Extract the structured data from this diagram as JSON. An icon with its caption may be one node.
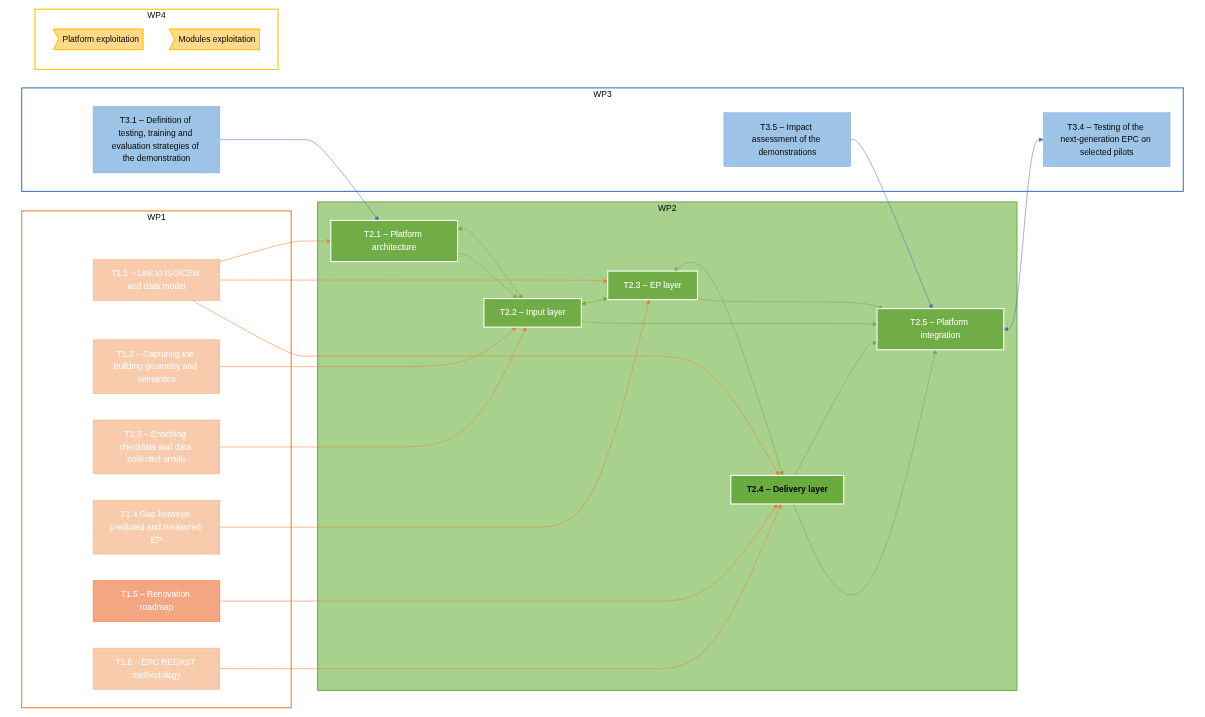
{
  "diagram": {
    "nodes": [
      {
        "text": [
          "WP1"
        ]
      },
      {
        "text": [
          "T1.1 – Link to ISO/CEN and data model"
        ],
        "in": 0
      },
      {
        "text": [
          "T1.2 – Capturing the building geometry and semantics"
        ],
        "in": 0
      },
      {
        "text": [
          "T1.3 – Enriching checklists and data collected onsite"
        ],
        "in": 0
      },
      {
        "text": [
          "T1.4 Gap between predicted and measured EP"
        ],
        "in": 0
      },
      {
        "text": [
          "T1.5 – Renovation roadmap"
        ],
        "in": 0
      },
      {
        "text": [
          "T1.6 – EPC RECAST methodology"
        ],
        "in": 0
      },
      {
        "text": [
          "WP2"
        ]
      },
      {
        "text": [
          "T2.1 – Platform architecture"
        ],
        "in": 7
      },
      {
        "text": [
          "T2.2 – Input layer"
        ],
        "in": 7
      },
      {
        "text": [
          "T2.3 – EP layer"
        ],
        "in": 7
      },
      {
        "text": [
          "T2.4 – Delivery layer"
        ],
        "in": 7
      },
      {
        "text": [
          "T2.5 – Platform integration"
        ],
        "in": 7
      },
      {
        "text": [
          "WP3"
        ]
      },
      {
        "text": [
          "T3.1 – Definition of testing, training and evaluation strategies of the demonstration"
        ],
        "in": 13
      },
      {
        "text": [
          "T3.4 – Testing of the next-generation EPC on selected pilots"
        ],
        "in": 13
      },
      {
        "text": [
          "T3.5 – Impact assessment of the demonstrations"
        ],
        "in": 13
      },
      {
        "text": [
          "WP4"
        ]
      },
      {
        "text": [
          "Platform exploitation"
        ],
        "in": 17
      },
      {
        "text": [
          "Modules exploitation"
        ],
        "in": 17
      }
    ],
    "edges": [
      {
        "from": 1,
        "to": 8,
        "arrow": "to",
        "color": "#ed7d31"
      },
      {
        "from": 1,
        "to": 10,
        "arrow": "to",
        "color": "#ed7d31"
      },
      {
        "from": 1,
        "to": 11,
        "arrow": "to",
        "color": "#ed7d31"
      },
      {
        "from": 2,
        "to": 9,
        "arrow": "to",
        "color": "#ed7d31"
      },
      {
        "from": 3,
        "to": 9,
        "arrow": "to",
        "color": "#ed7d31"
      },
      {
        "from": 4,
        "to": 10,
        "arrow": "to",
        "color": "#ed7d31"
      },
      {
        "from": 5,
        "to": 11,
        "arrow": "to",
        "color": "#ed7d31"
      },
      {
        "from": 6,
        "to": 11,
        "arrow": "to",
        "color": "#ed7d31"
      },
      {
        "from": 8,
        "to": 9,
        "arrow": "both",
        "color": "#70ad47"
      },
      {
        "from": 9,
        "to": 10,
        "arrow": "both",
        "color": "#70ad47"
      },
      {
        "from": 10,
        "to": 11,
        "arrow": "both",
        "color": "#70ad47"
      },
      {
        "from": 8,
        "to": 9,
        "arrow": "to",
        "color": "#70ad47"
      },
      {
        "from": 9,
        "to": 12,
        "arrow": "to",
        "color": "#70ad47"
      },
      {
        "from": 10,
        "to": 12,
        "arrow": "to",
        "color": "#70ad47"
      },
      {
        "from": 11,
        "to": 12,
        "arrow": "to",
        "color": "#70ad47"
      },
      {
        "from": 11,
        "to": 12,
        "arrow": "to",
        "color": "#70ad47"
      },
      {
        "from": 14,
        "to": 8,
        "arrow": "to",
        "color": "#4472c4"
      },
      {
        "from": 12,
        "to": 15,
        "arrow": "both",
        "color": "#4472c4"
      },
      {
        "from": 16,
        "to": 12,
        "arrow": "to",
        "color": "#4472c4"
      }
    ]
  }
}
